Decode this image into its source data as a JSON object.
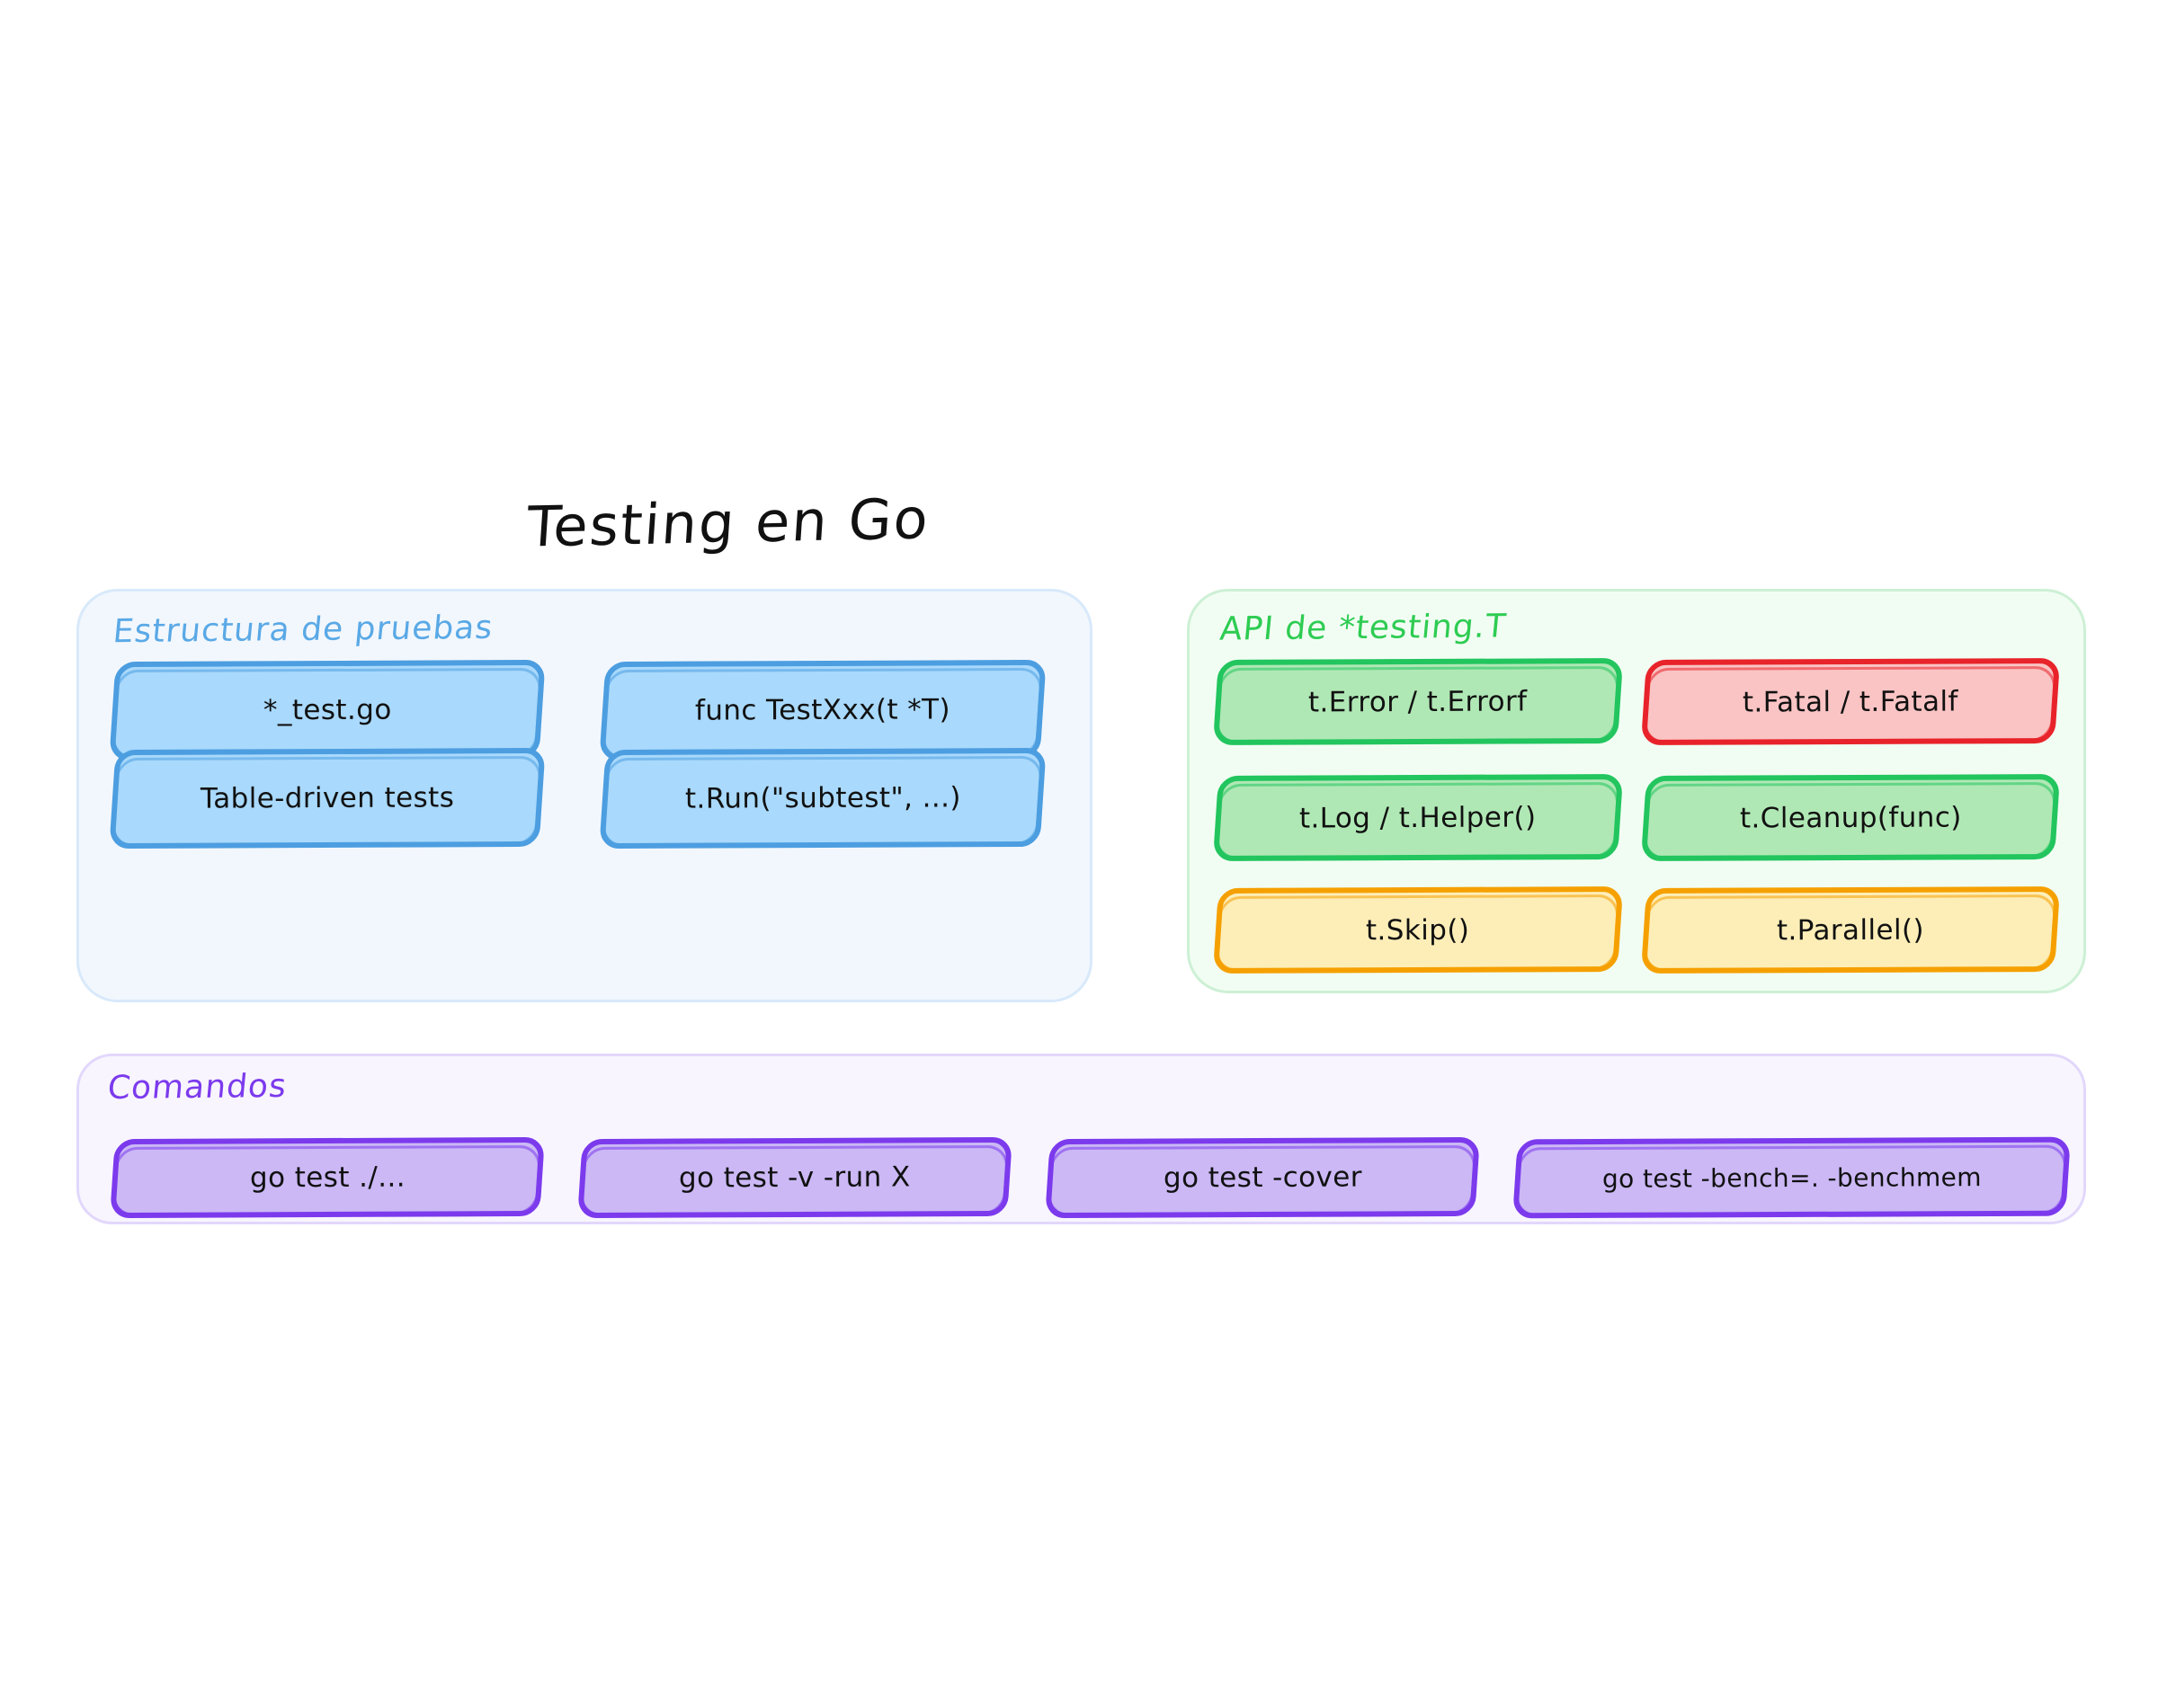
{
  "title": "Testing en Go",
  "colors": {
    "blue_fill": "#a9d9fc",
    "blue_stroke": "#4c9ee0",
    "green_fill": "#b0e8b5",
    "green_stroke": "#22c55e",
    "red_fill": "#fac4c4",
    "red_stroke": "#e8232a",
    "yellow_fill": "#fdeeb8",
    "yellow_stroke": "#f5a000",
    "purple_fill": "#cbb8f5",
    "purple_stroke": "#7c3aed",
    "panel_blue_bg": "#f2f7fd",
    "panel_green_bg": "#f1fdf3",
    "panel_purple_bg": "#f8f5fe"
  },
  "panels": {
    "structure": {
      "title": "Estructura de pruebas",
      "nodes": [
        {
          "label": "*_test.go"
        },
        {
          "label": "func TestXxx(t *T)"
        },
        {
          "label": "Table-driven tests"
        },
        {
          "label": "t.Run(\"subtest\", ...)"
        }
      ]
    },
    "api": {
      "title": "API de *testing.T",
      "nodes": [
        {
          "label": "t.Error / t.Errorf"
        },
        {
          "label": "t.Fatal / t.Fatalf"
        },
        {
          "label": "t.Log / t.Helper()"
        },
        {
          "label": "t.Cleanup(func)"
        },
        {
          "label": "t.Skip()"
        },
        {
          "label": "t.Parallel()"
        }
      ]
    },
    "commands": {
      "title": "Comandos",
      "nodes": [
        {
          "label": "go test ./..."
        },
        {
          "label": "go test -v -run X"
        },
        {
          "label": "go test -cover"
        },
        {
          "label": "go test -bench=. -benchmem"
        }
      ]
    }
  }
}
